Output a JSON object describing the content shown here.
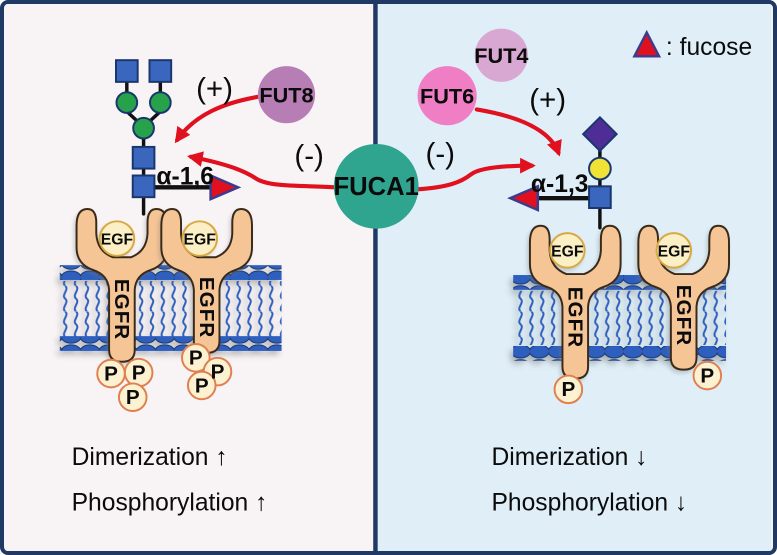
{
  "legend": {
    "fucose_label": ": fucose"
  },
  "fuca1": {
    "name": "FUCA1"
  },
  "left_panel": {
    "enzyme_fut8": "FUT8",
    "plus_label": "(+)",
    "minus_label": "(-)",
    "linkage_label": "α-1,6",
    "egf_label": "EGF",
    "egfr_label": "EGFR",
    "phospho_label": "P",
    "dimerization_text": "Dimerization ↑",
    "phosphorylation_text": "Phosphorylation ↑"
  },
  "right_panel": {
    "enzyme_fut6": "FUT6",
    "enzyme_fut4": "FUT4",
    "plus_label": "(+)",
    "minus_label": "(-)",
    "linkage_label": "α-1,3",
    "egf_label": "EGF",
    "egfr_label": "EGFR",
    "phospho_label": "P",
    "dimerization_text": "Dimerization ↓",
    "phosphorylation_text": "Phosphorylation ↓"
  },
  "colors": {
    "border_navy": "#1f3864",
    "left_bg": "#f8f4f6",
    "right_bg": "#dfeef7",
    "fuca1_teal": "#2fa48e",
    "fut8_mauve": "#b77eb6",
    "fut6_pink": "#ef7ec4",
    "fut4_light_pink": "#d9a8d2",
    "fucose_red": "#e0101e",
    "arrow_red": "#e0101e",
    "glcnac_blue": "#3a66be",
    "mannose_green": "#27a24b",
    "galactose_yellow": "#f0e335",
    "sialic_purple": "#4f2d96",
    "membrane_blue": "#2e5fbe",
    "receptor_tan": "#f5c596",
    "egf_cream": "#fbf0c5",
    "p_cream": "#fcf2d2"
  }
}
